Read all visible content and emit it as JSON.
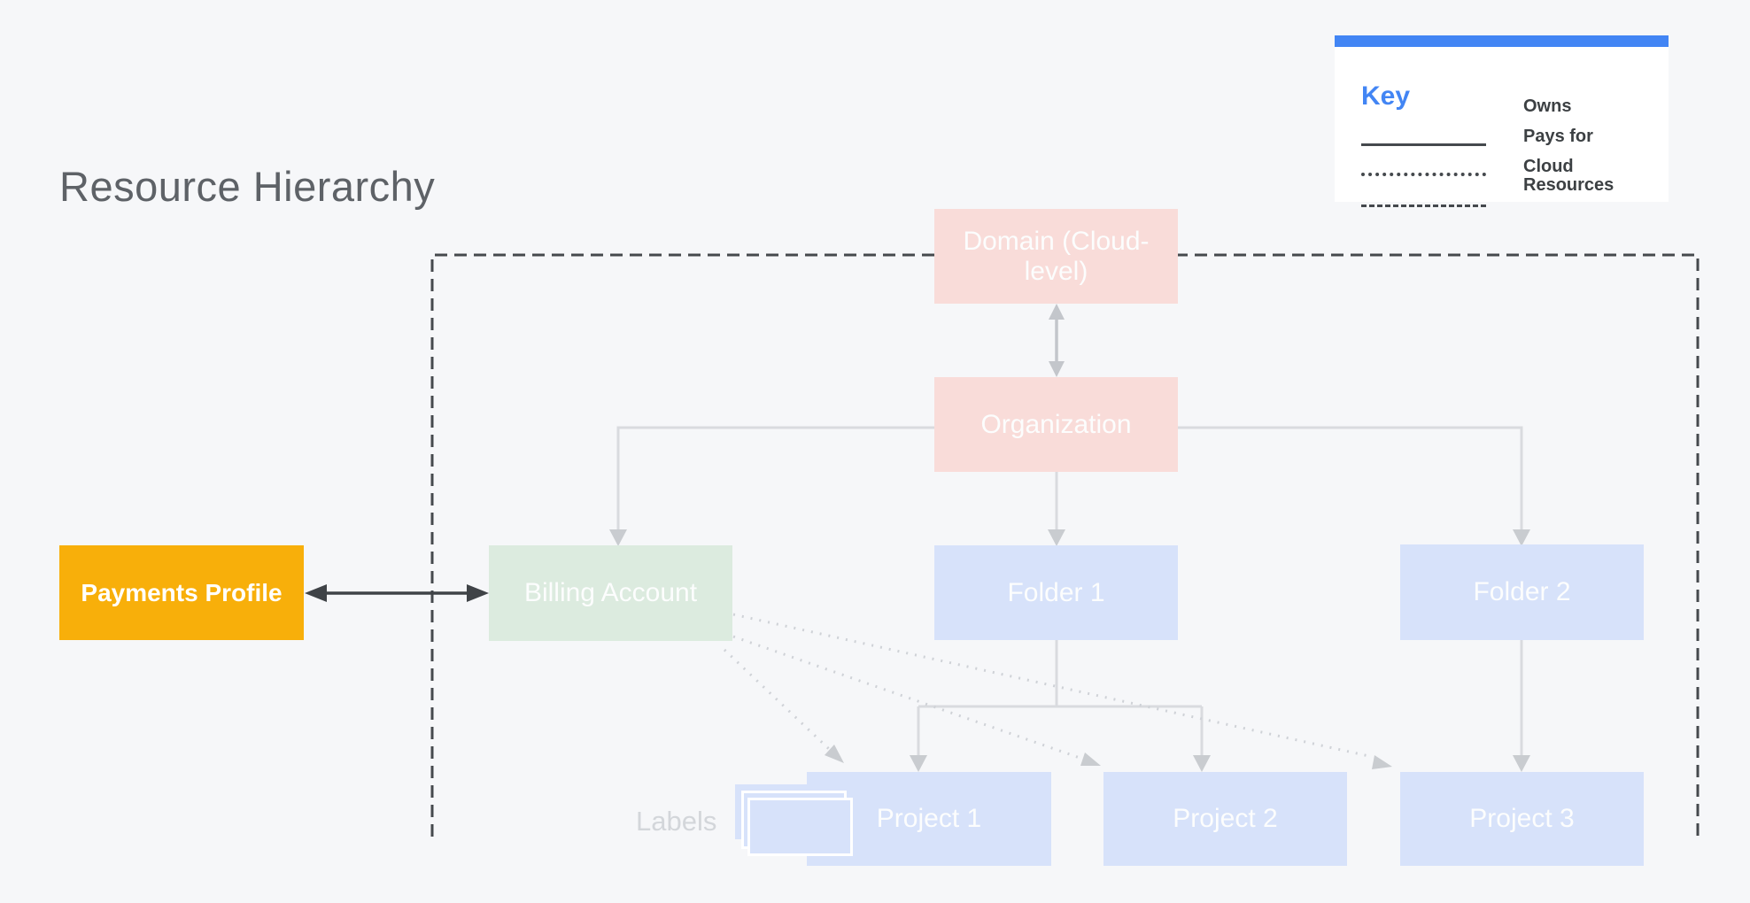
{
  "title": "Resource Hierarchy",
  "legend": {
    "title": "Key",
    "items": [
      {
        "line_style": "solid",
        "label": "Owns"
      },
      {
        "line_style": "dotted",
        "label": "Pays for"
      },
      {
        "line_style": "dashed",
        "label": "Cloud Resources"
      }
    ]
  },
  "nodes": {
    "domain": {
      "label": "Domain (Cloud-level)",
      "color_key": "node_pink"
    },
    "organization": {
      "label": "Organization",
      "color_key": "node_pink"
    },
    "billing_account": {
      "label": "Billing Account",
      "color_key": "node_green"
    },
    "folder1": {
      "label": "Folder 1",
      "color_key": "node_blue"
    },
    "folder2": {
      "label": "Folder 2",
      "color_key": "node_blue"
    },
    "project1": {
      "label": "Project 1",
      "color_key": "node_blue"
    },
    "project2": {
      "label": "Project 2",
      "color_key": "node_blue"
    },
    "project3": {
      "label": "Project 3",
      "color_key": "node_blue"
    },
    "payments_profile": {
      "label": "Payments Profile",
      "color_key": "node_yellow"
    }
  },
  "annotations": {
    "labels_caption": "Labels"
  },
  "relationships": [
    {
      "from": "Domain (Cloud-level)",
      "to": "Organization",
      "type": "owns",
      "bidirectional": true
    },
    {
      "from": "Organization",
      "to": "Billing Account",
      "type": "owns"
    },
    {
      "from": "Organization",
      "to": "Folder 1",
      "type": "owns"
    },
    {
      "from": "Organization",
      "to": "Folder 2",
      "type": "owns"
    },
    {
      "from": "Folder 1",
      "to": "Project 1",
      "type": "owns"
    },
    {
      "from": "Folder 1",
      "to": "Project 2",
      "type": "owns"
    },
    {
      "from": "Folder 2",
      "to": "Project 3",
      "type": "owns"
    },
    {
      "from": "Billing Account",
      "to": "Project 1",
      "type": "pays_for"
    },
    {
      "from": "Billing Account",
      "to": "Project 2",
      "type": "pays_for"
    },
    {
      "from": "Billing Account",
      "to": "Project 3",
      "type": "pays_for"
    },
    {
      "from": "Payments Profile",
      "to": "Billing Account",
      "type": "linked",
      "bidirectional": true
    },
    {
      "boundary": "Cloud Resources",
      "contains": [
        "Domain (Cloud-level)",
        "Organization",
        "Billing Account",
        "Folder 1",
        "Folder 2",
        "Project 1",
        "Project 2",
        "Project 3"
      ]
    }
  ],
  "colors": {
    "background": "#F6F7F9",
    "node_pink": "#F9DCD9",
    "node_green": "#DCEBDF",
    "node_blue": "#D7E2FA",
    "node_yellow": "#F8AF0A",
    "node_text": "#FCFDFD",
    "title_text": "#5E6267",
    "legend_accent": "#4285F4",
    "legend_text": "#3C4043",
    "dark_line": "#45494D",
    "light_line": "#D9DBDF",
    "mid_line": "#C3C6CB",
    "dotted_line": "#CFD2D7",
    "labels_caption_text": "#D3D6DA"
  }
}
